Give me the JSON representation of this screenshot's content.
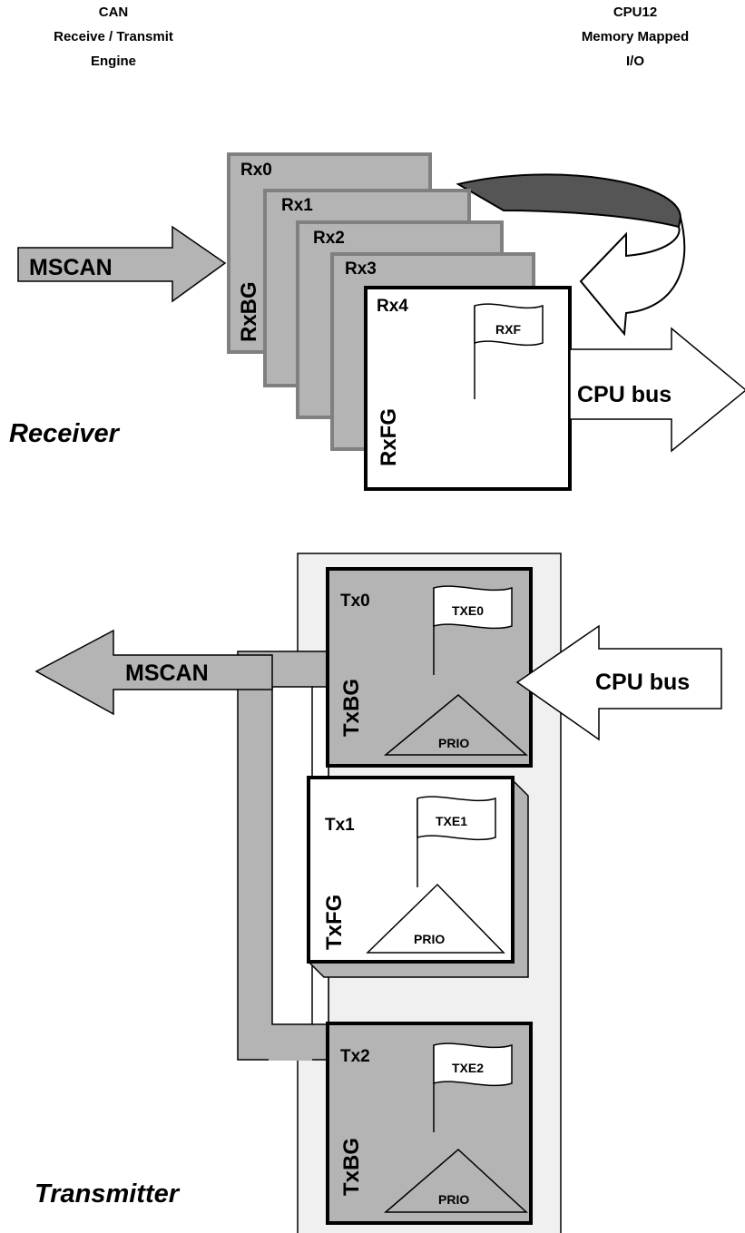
{
  "headers": {
    "left": [
      "CAN",
      "Receive / Transmit",
      "Engine"
    ],
    "right": [
      "CPU12",
      "Memory Mapped",
      "I/O"
    ]
  },
  "receiver": {
    "caption": "Receiver",
    "input_arrow": "MSCAN",
    "output_arrow": "CPU bus",
    "buffers": [
      "Rx0",
      "Rx1",
      "Rx2",
      "Rx3",
      "Rx4"
    ],
    "background_label": "RxBG",
    "foreground_label": "RxFG",
    "flag": "RXF"
  },
  "transmitter": {
    "caption": "Transmitter",
    "output_arrow": "MSCAN",
    "input_arrow": "CPU bus",
    "buffers": [
      {
        "name": "Tx0",
        "flag": "TXE0",
        "side_label": "TxBG",
        "priority": "PRIO"
      },
      {
        "name": "Tx1",
        "flag": "TXE1",
        "side_label": "TxFG",
        "priority": "PRIO"
      },
      {
        "name": "Tx2",
        "flag": "TXE2",
        "side_label": "TxBG",
        "priority": "PRIO"
      }
    ]
  },
  "colors": {
    "buffer_gray": "#b4b4b4",
    "rotate_dark": "#555555",
    "panel": "#f0f0f0",
    "stroke": "#000000"
  }
}
